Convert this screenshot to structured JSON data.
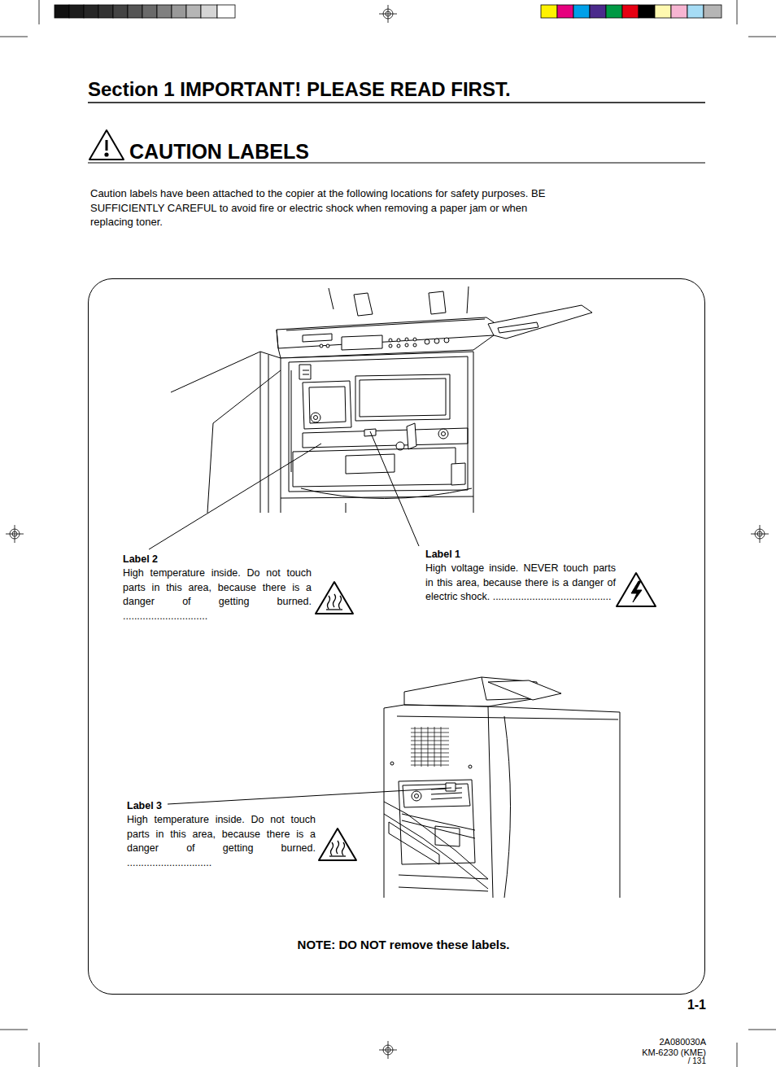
{
  "diagram": {
    "title": "Section 1 IMPORTANT! PLEASE READ FIRST.",
    "nodes": [
      {
        "text": [
          "Label 2",
          "High temperature inside. Do not touch parts in this area, because there is a danger of getting burned. ..............................",
          "Label 1",
          "High voltage inside. NEVER touch parts in this area, because there is a danger of electric shock. ..........................................",
          "Label 3",
          "High temperature inside. Do not touch parts in this area, because there is a danger of getting burned. ..............................",
          "NOTE: DO NOT remove these labels."
        ]
      }
    ],
    "labels": [
      "CAUTION LABELS",
      "Caution labels have been attached to the copier at the following locations for safety purposes. BE SUFFICIENTLY CAREFUL to avoid fire or electric shock when removing a paper jam or when replacing toner.",
      "1-1",
      "2A080030A",
      "KM-6230 (KME)",
      "/ 131"
    ]
  }
}
